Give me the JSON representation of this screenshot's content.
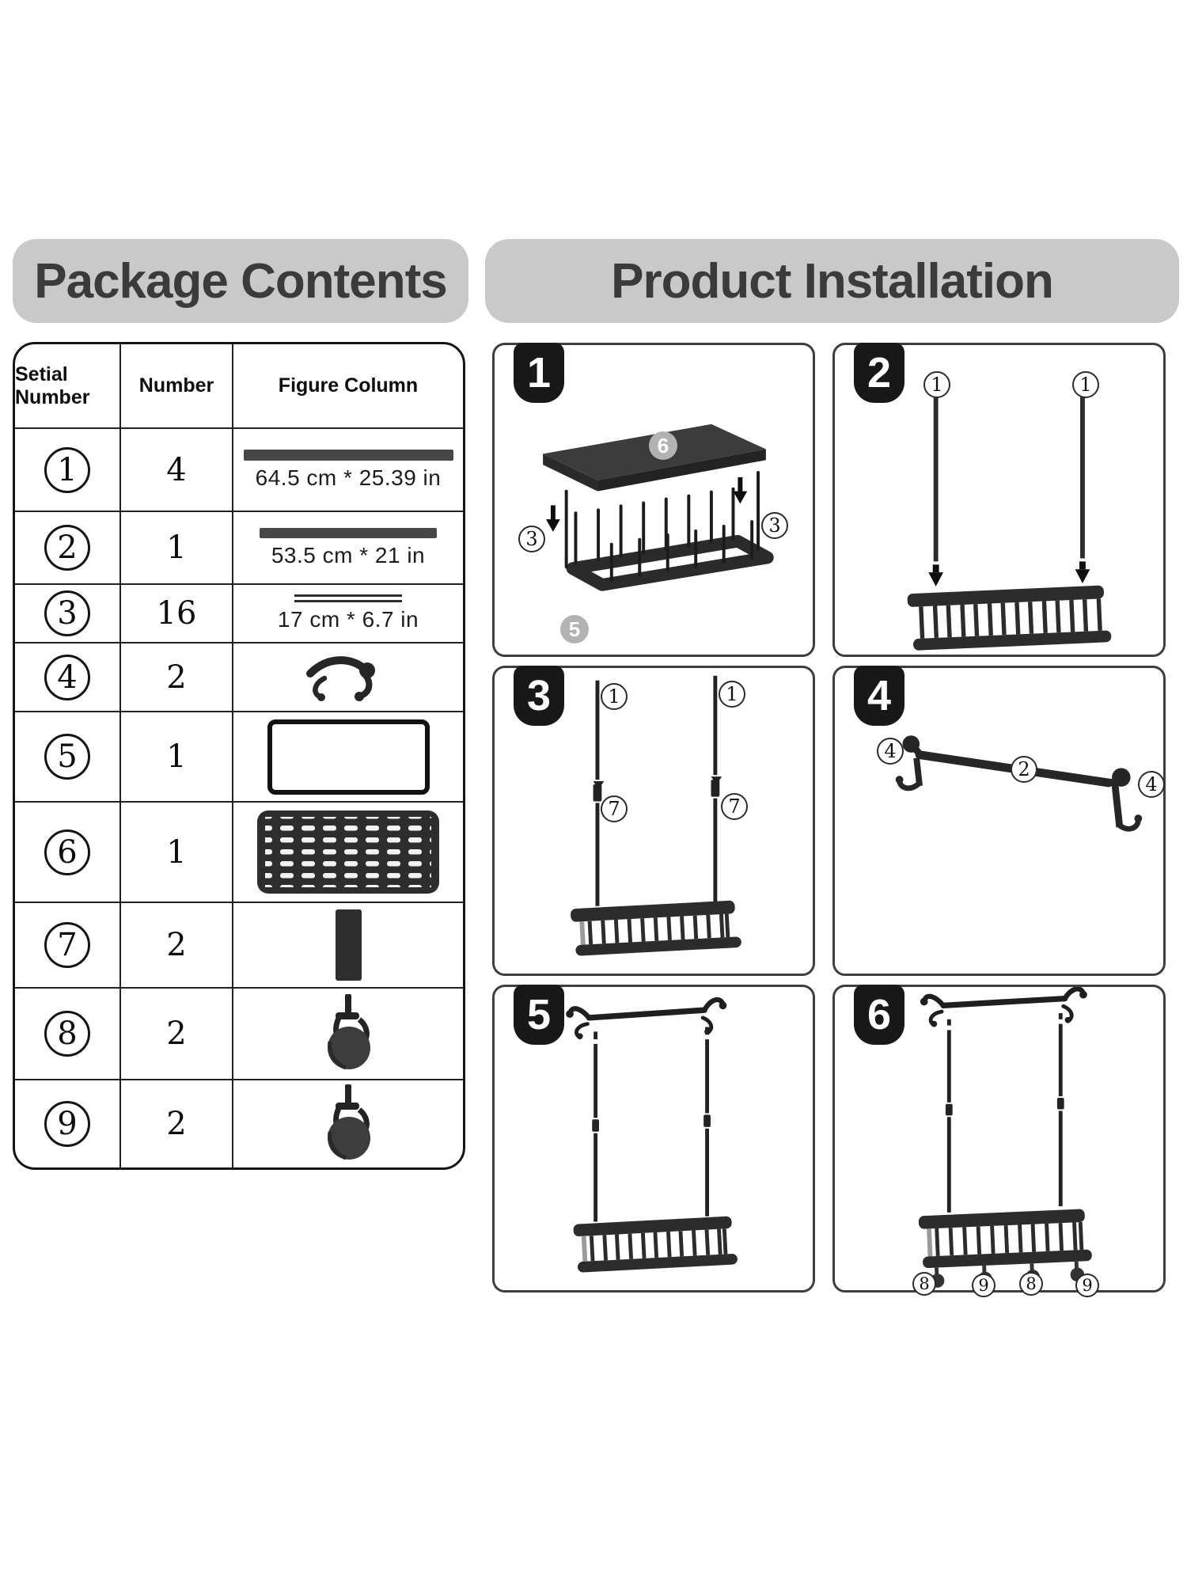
{
  "headers": {
    "left": "Package Contents",
    "right": "Product Installation"
  },
  "table": {
    "columns": [
      "Setial Number",
      "Number",
      "Figure Column"
    ],
    "rows": [
      {
        "serial": "1",
        "qty": "4",
        "figure": "long-bar",
        "dimension": "64.5 cm * 25.39 in"
      },
      {
        "serial": "2",
        "qty": "1",
        "figure": "medium-bar",
        "dimension": "53.5 cm * 21 in"
      },
      {
        "serial": "3",
        "qty": "16",
        "figure": "thin-rod",
        "dimension": "17 cm * 6.7 in"
      },
      {
        "serial": "4",
        "qty": "2",
        "figure": "corner-hook"
      },
      {
        "serial": "5",
        "qty": "1",
        "figure": "shelf-frame"
      },
      {
        "serial": "6",
        "qty": "1",
        "figure": "mesh-panel"
      },
      {
        "serial": "7",
        "qty": "2",
        "figure": "connector-sleeve"
      },
      {
        "serial": "8",
        "qty": "2",
        "figure": "caster-wheel"
      },
      {
        "serial": "9",
        "qty": "2",
        "figure": "caster-wheel"
      }
    ]
  },
  "steps": [
    {
      "number": "1",
      "labels": {
        "shelf": "6",
        "basket": "5",
        "rod_left": "3",
        "rod_right": "3"
      }
    },
    {
      "number": "2",
      "labels": {
        "pole_left": "1",
        "pole_right": "1"
      }
    },
    {
      "number": "3",
      "labels": {
        "pole_left": "1",
        "pole_right": "1",
        "connector_left": "7",
        "connector_right": "7"
      }
    },
    {
      "number": "4",
      "labels": {
        "hook_left": "4",
        "bar": "2",
        "hook_right": "4"
      }
    },
    {
      "number": "5",
      "labels": {}
    },
    {
      "number": "6",
      "labels": {
        "caster_1": "8",
        "caster_2": "9",
        "caster_3": "8",
        "caster_4": "9"
      }
    }
  ],
  "colors": {
    "header_bg": "#c9c9c9",
    "header_text": "#3b3b3b",
    "table_border": "#151515",
    "figure_dark": "#474747",
    "badge_bg": "#181818",
    "panel_border": "#3e3e3e",
    "gray_label_bg": "#b2b2b2"
  }
}
